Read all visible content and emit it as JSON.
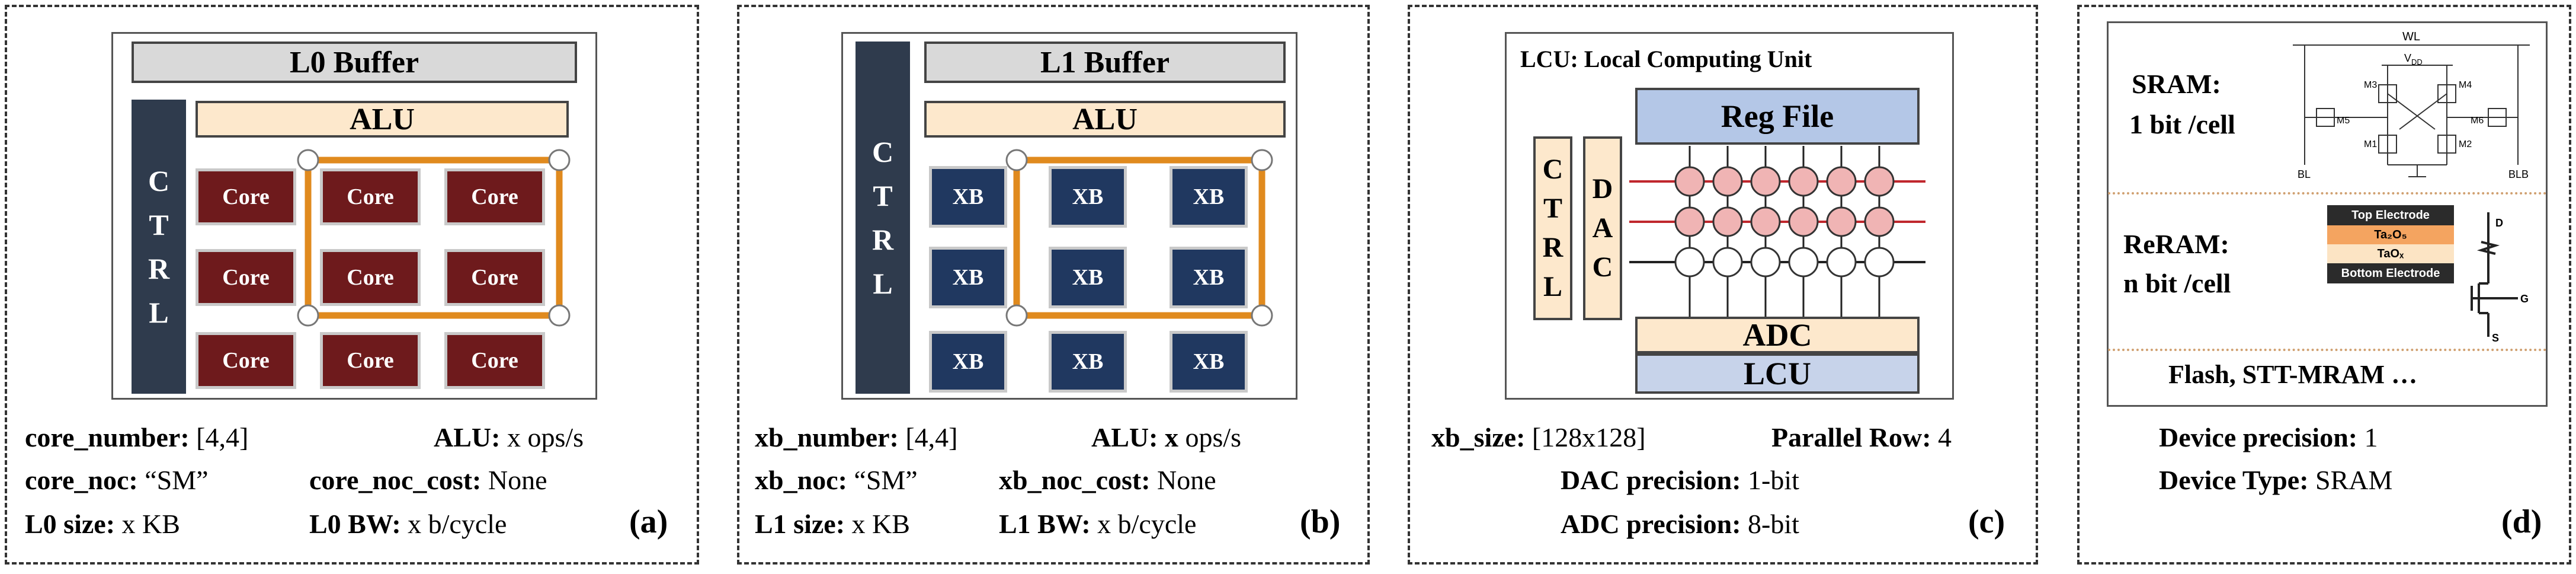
{
  "panel_a": {
    "buffer_label": "L0 Buffer",
    "alu_label": "ALU",
    "ctrl_letters": [
      "C",
      "T",
      "R",
      "L"
    ],
    "core_label": "Core",
    "params": [
      {
        "key": "core_number:",
        "val": " [4,4]"
      },
      {
        "key": "ALU:",
        "val": " x ops/s"
      },
      {
        "key": "core_noc:",
        "val": " “SM”"
      },
      {
        "key": "core_noc_cost:",
        "val": " None"
      },
      {
        "key": "L0 size:",
        "val": " x KB"
      },
      {
        "key": "L0 BW:",
        "val": " x b/cycle"
      }
    ],
    "tag": "(a)"
  },
  "panel_b": {
    "buffer_label": "L1 Buffer",
    "alu_label": "ALU",
    "ctrl_letters": [
      "C",
      "T",
      "R",
      "L"
    ],
    "xb_label": "XB",
    "params": [
      {
        "key": "xb_number:",
        "val": " [4,4]"
      },
      {
        "key": "ALU: x",
        "val": " ops/s"
      },
      {
        "key": "xb_noc:",
        "val": " “SM”"
      },
      {
        "key": "xb_noc_cost:",
        "val": " None"
      },
      {
        "key": "L1 size:",
        "val": " x KB"
      },
      {
        "key": "L1 BW:",
        "val": " x b/cycle"
      }
    ],
    "tag": "(b)"
  },
  "panel_c": {
    "title": "LCU: Local Computing Unit",
    "reg_file": "Reg File",
    "ctrl_letters": [
      "C",
      "T",
      "R",
      "L"
    ],
    "dac_letters": [
      "D",
      "A",
      "C"
    ],
    "adc": "ADC",
    "lcu": "LCU",
    "params": [
      {
        "key": "xb_size:",
        "val": " [128x128]"
      },
      {
        "key": "Parallel Row:",
        "val": " 4"
      },
      {
        "key": "DAC precision:",
        "val": " 1-bit"
      },
      {
        "key": "ADC precision:",
        "val": " 8-bit"
      }
    ],
    "tag": "(c)",
    "colors": {
      "crossbar_line": "#c0272d",
      "cell_fill": "#f0b4b4",
      "reg_fill": "#b4c7e7",
      "adc_fill": "#fde8cc",
      "lcu_fill": "#c7d3ea"
    }
  },
  "panel_d": {
    "sram_label_1": "SRAM:",
    "sram_label_2": "1 bit /cell",
    "reram_label_1": "ReRAM:",
    "reram_label_2": "n bit /cell",
    "others": "Flash, STT-MRAM …",
    "circuit": {
      "wl": "WL",
      "vdd": "V",
      "vdd_sub": "DD",
      "m3": "M3",
      "m4": "M4",
      "m5": "M5",
      "m6": "M6",
      "m1": "M1",
      "m2": "M2",
      "bl": "BL",
      "blb": "BLB"
    },
    "reram_stack": {
      "top": "Top Electrode",
      "l1": "Ta₂O₅",
      "l2": "TaOₓ",
      "bottom": "Bottom Electrode",
      "d": "D",
      "g": "G",
      "s": "S"
    },
    "params": [
      {
        "key": "Device precision:",
        "val": " 1"
      },
      {
        "key": "Device Type:",
        "val": " SRAM"
      }
    ],
    "tag": "(d)"
  }
}
